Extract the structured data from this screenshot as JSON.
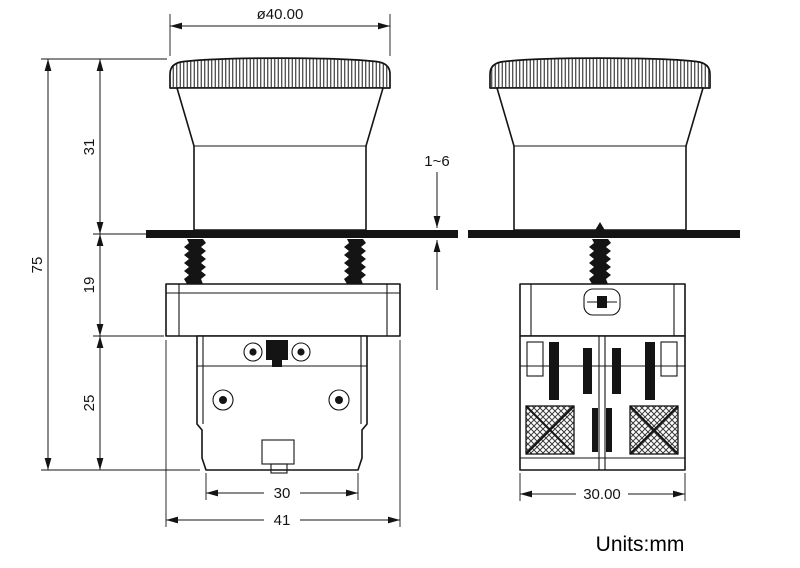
{
  "drawing": {
    "ink_color": "#141414",
    "background_color": "#ffffff",
    "units_label": "Units:mm",
    "dims": {
      "head_diameter": "ø40.00",
      "overall_height": "75",
      "head_height": "31",
      "under_panel_height": "19",
      "contact_block_height": "25",
      "contact_block_width": "30",
      "flange_width": "41",
      "body_depth": "30.00",
      "panel_thickness_range": "1~6"
    }
  }
}
